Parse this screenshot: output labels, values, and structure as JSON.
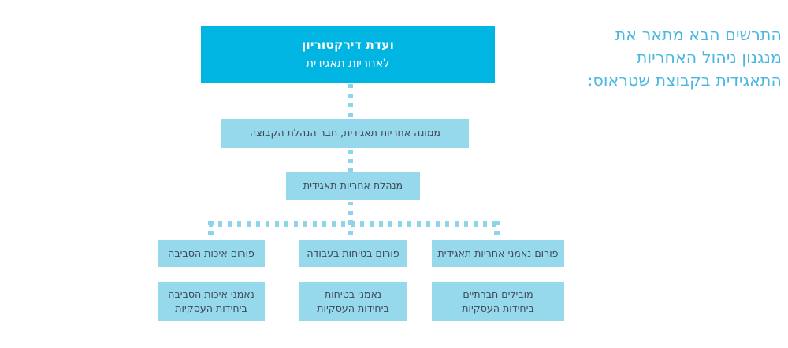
{
  "intro": {
    "lines": [
      "התרשים הבא מתאר את",
      "מנגנון ניהול האחריות",
      "התאגידית בקבוצת שטראוס:"
    ],
    "color": "#4ab7e0"
  },
  "colors": {
    "primary": "#00b5e2",
    "secondary": "#96d8ec",
    "connector": "#8ed3ec",
    "node_text": "#3f4a55",
    "top_text": "#ffffff"
  },
  "chart": {
    "type": "org-chart",
    "levels": [
      {
        "level": 1,
        "nodes": [
          {
            "id": "board-committee",
            "title": "ועדת דירקטוריון",
            "subtitle": "לאחריות תאגידית",
            "style": "primary"
          }
        ]
      },
      {
        "level": 2,
        "nodes": [
          {
            "id": "cr-officer",
            "lines": [
              "ממונה אחריות תאגידית, חבר הנהלת הקבוצה"
            ],
            "style": "secondary"
          }
        ]
      },
      {
        "level": 3,
        "nodes": [
          {
            "id": "cr-manager",
            "lines": [
              "מנהלת אחריות תאגידית"
            ],
            "style": "secondary"
          }
        ]
      },
      {
        "level": 4,
        "nodes": [
          {
            "id": "forum-environment",
            "lines": [
              "פורום איכות הסביבה"
            ],
            "style": "secondary"
          },
          {
            "id": "forum-safety",
            "lines": [
              "פורום בטיחות בעבודה"
            ],
            "style": "secondary"
          },
          {
            "id": "forum-cr-trustees",
            "lines": [
              "פורום נאמני אחריות תאגידית"
            ],
            "style": "secondary"
          }
        ]
      },
      {
        "level": 5,
        "nodes": [
          {
            "id": "env-trustees",
            "lines": [
              "נאמני איכות הסביבה",
              "ביחידות העסקיות"
            ],
            "style": "secondary"
          },
          {
            "id": "safety-trustees",
            "lines": [
              "נאמני בטיחות",
              "ביחידות העסקיות"
            ],
            "style": "secondary"
          },
          {
            "id": "social-leaders",
            "lines": [
              "מובילים חברתיים",
              "ביחידות העסקיות"
            ],
            "style": "secondary"
          }
        ]
      }
    ]
  }
}
